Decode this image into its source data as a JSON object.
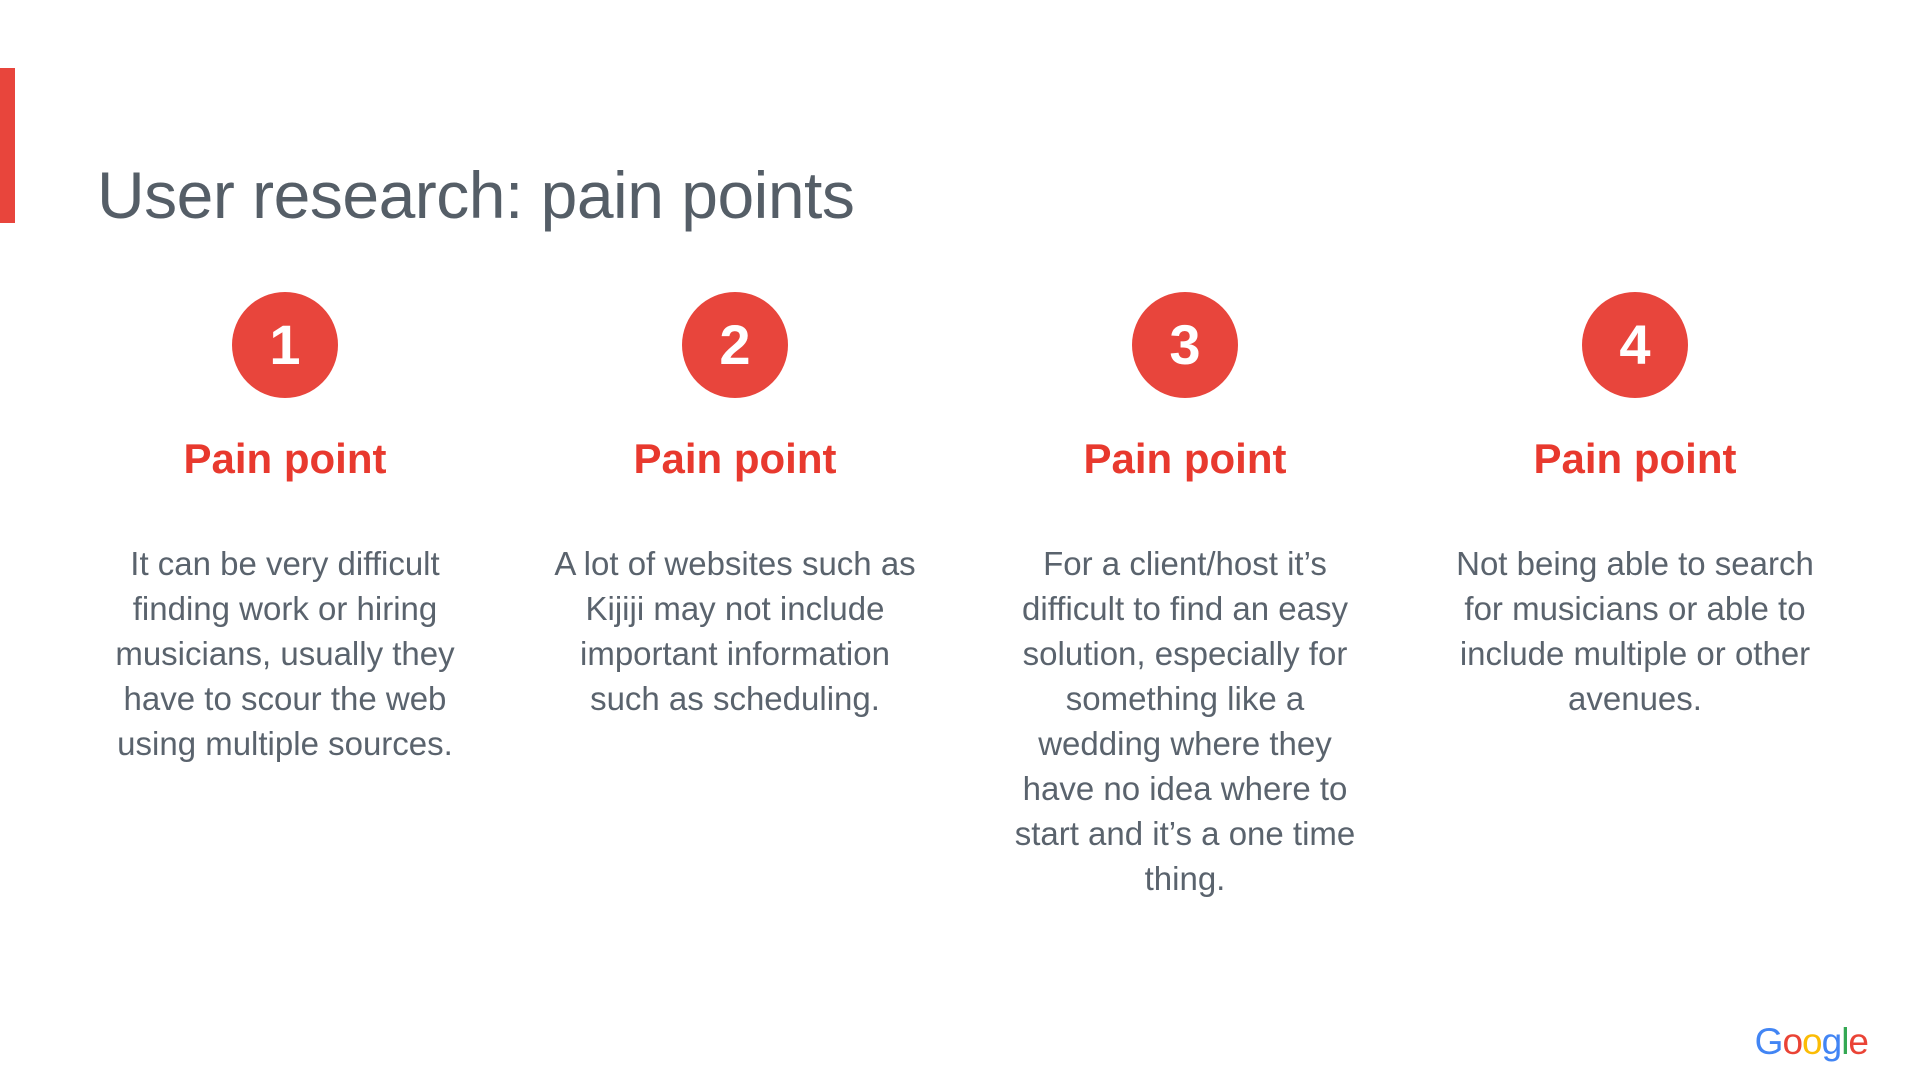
{
  "slide": {
    "title": "User research: pain points",
    "accent_color": "#E8453C",
    "title_color": "#555E67",
    "body_text_color": "#5A636D",
    "columns": [
      {
        "number": "1",
        "heading": "Pain point",
        "body": "It can be very difficult\nfinding work or hiring\nmusicians, usually they\nhave to scour the web\nusing multiple sources."
      },
      {
        "number": "2",
        "heading": "Pain point",
        "body": "A lot of websites such as\nKijiji may not include\nimportant information\nsuch as scheduling."
      },
      {
        "number": "3",
        "heading": "Pain point",
        "body": "For a client/host it’s\ndifficult to find an easy\nsolution, especially for\nsomething like a\nwedding where they\nhave no idea where to\nstart and it’s a one time\nthing."
      },
      {
        "number": "4",
        "heading": "Pain point",
        "body": "Not being able to search\nfor musicians or able to\ninclude multiple or other\navenues."
      }
    ],
    "logo": {
      "text": "Google",
      "letters": [
        {
          "char": "G",
          "color": "#4285F4"
        },
        {
          "char": "o",
          "color": "#EA4335"
        },
        {
          "char": "o",
          "color": "#FBBC05"
        },
        {
          "char": "g",
          "color": "#4285F4"
        },
        {
          "char": "l",
          "color": "#34A853"
        },
        {
          "char": "e",
          "color": "#EA4335"
        }
      ]
    }
  }
}
